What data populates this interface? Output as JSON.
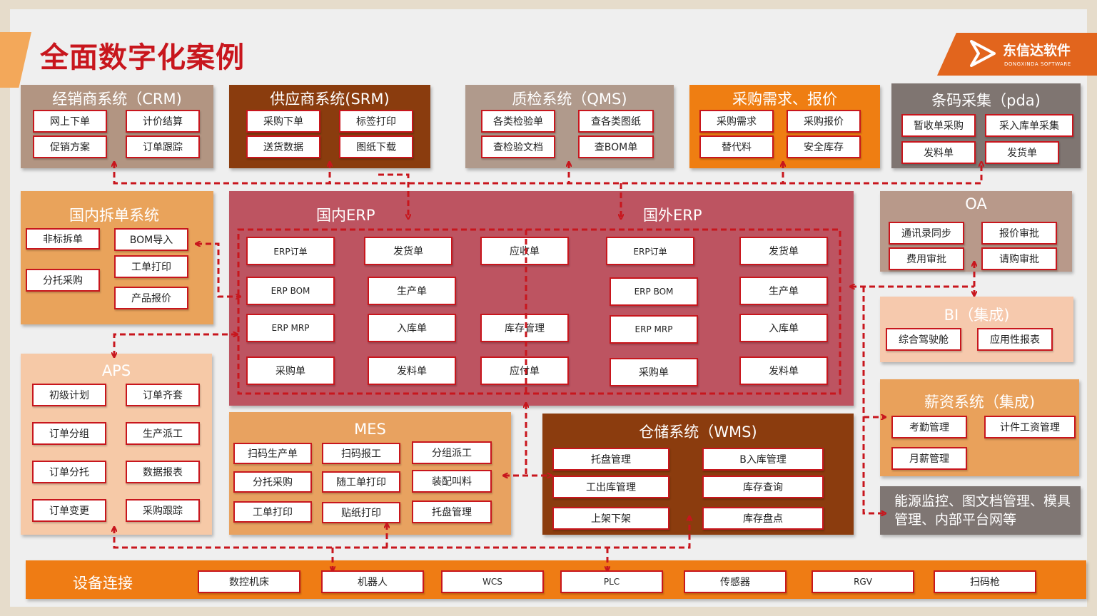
{
  "title": "全面数字化案例",
  "logo": {
    "cn": "东信达软件",
    "en": "DONGXINDA SOFTWARE"
  },
  "crm": {
    "title": "经销商系统（CRM)",
    "items": [
      "网上下单",
      "计价结算",
      "促销方案",
      "订单跟踪"
    ]
  },
  "srm": {
    "title": "供应商系统(SRM)",
    "items": [
      "采购下单",
      "标签打印",
      "送货数据",
      "图纸下载"
    ]
  },
  "qms": {
    "title": "质检系统（QMS)",
    "items": [
      "各类检验单",
      "查各类图纸",
      "查检验文档",
      "查BOM单"
    ]
  },
  "buy": {
    "title": "采购需求、报价",
    "items": [
      "采购需求",
      "采购报价",
      "替代料",
      "安全库存"
    ]
  },
  "pda": {
    "title": "条码采集（pda)",
    "items": [
      "暂收单采购",
      "采入库单采集",
      "发料单",
      "发货单"
    ]
  },
  "split": {
    "title": "国内拆单系统",
    "items": [
      "非标拆单",
      "BOM导入",
      "工单打印",
      "分托采购",
      "产品报价"
    ]
  },
  "aps": {
    "title": "APS",
    "items": [
      "初级计划",
      "订单齐套",
      "订单分组",
      "生产派工",
      "订单分托",
      "数据报表",
      "订单变更",
      "采购跟踪"
    ]
  },
  "erp": {
    "domestic_title": "国内ERP",
    "foreign_title": "国外ERP",
    "domestic": [
      "ERP订单",
      "发货单",
      "应收单",
      "ERP BOM",
      "生产单",
      "ERP MRP",
      "入库单",
      "库存管理",
      "采购单",
      "发料单",
      "应付单"
    ],
    "foreign": [
      "ERP订单",
      "发货单",
      "ERP BOM",
      "生产单",
      "ERP MRP",
      "入库单",
      "采购单",
      "发料单"
    ]
  },
  "mes": {
    "title": "MES",
    "items": [
      "扫码生产单",
      "扫码报工",
      "分组派工",
      "分托采购",
      "随工单打印",
      "装配叫料",
      "工单打印",
      "贴纸打印",
      "托盘管理"
    ]
  },
  "wms": {
    "title": "仓储系统（WMS)",
    "items": [
      "托盘管理",
      "B入库管理",
      "工出库管理",
      "库存查询",
      "上架下架",
      "库存盘点"
    ]
  },
  "oa": {
    "title": "OA",
    "items": [
      "通讯录同步",
      "报价审批",
      "费用审批",
      "请购审批"
    ]
  },
  "bi": {
    "title": "BI（集成)",
    "items": [
      "综合驾驶舱",
      "应用性报表"
    ]
  },
  "pay": {
    "title": "薪资系统（集成)",
    "items": [
      "考勤管理",
      "计件工资管理",
      "月薪管理"
    ]
  },
  "eng": {
    "text": "能源监控、图文档管理、模具管理、内部平台网等"
  },
  "dev": {
    "title": "设备连接",
    "items": [
      "数控机床",
      "机器人",
      "WCS",
      "PLC",
      "传感器",
      "RGV",
      "扫码枪"
    ]
  },
  "colors": {
    "accent": "#c8161d",
    "dash": "#c8161d"
  }
}
